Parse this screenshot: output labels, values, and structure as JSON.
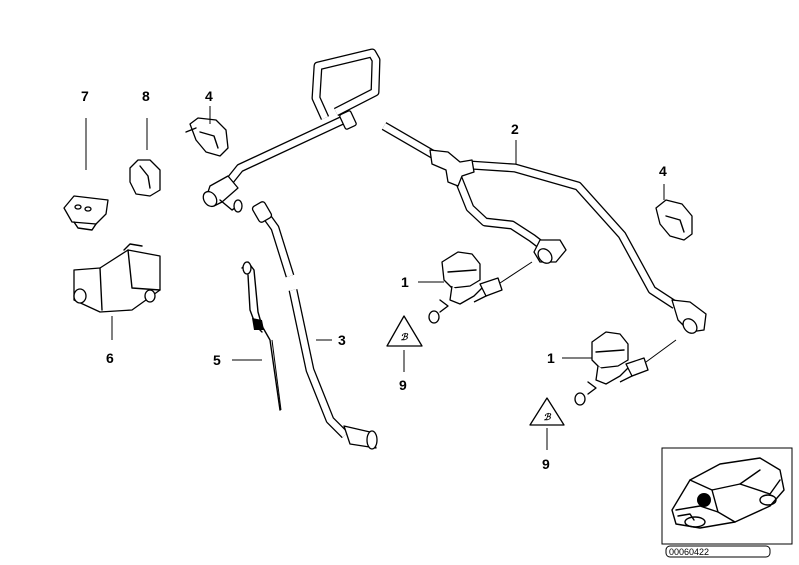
{
  "callouts": {
    "c1a": "1",
    "c1b": "1",
    "c2": "2",
    "c3": "3",
    "c4a": "4",
    "c4b": "4",
    "c5": "5",
    "c6": "6",
    "c7": "7",
    "c8": "8",
    "c9a": "9",
    "c9b": "9"
  },
  "inset": {
    "reference_code": "00060422"
  },
  "colors": {
    "background": "#ffffff",
    "line": "#000000"
  }
}
